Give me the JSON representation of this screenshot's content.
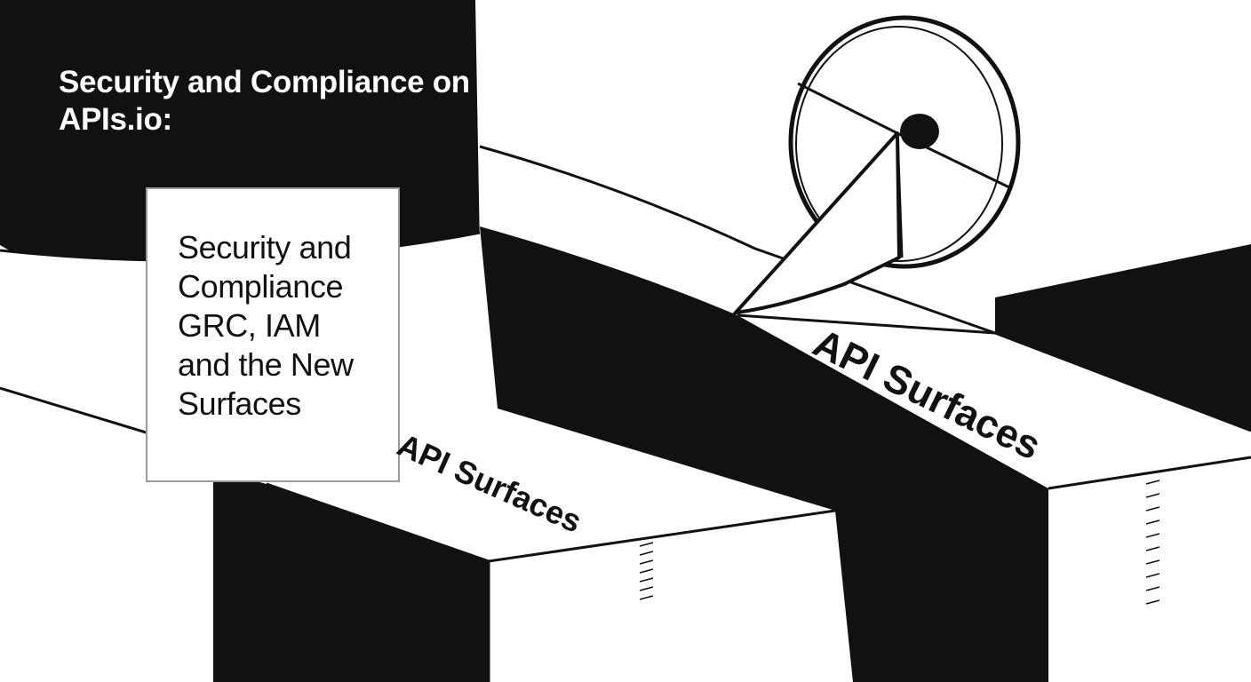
{
  "headline": "Security and Compliance on\nAPIs.io:",
  "card": {
    "text": "Security and\nCompliance\nGRC, IAM\nand the New\nSurfaces"
  },
  "surfaces": {
    "upper_label": "API Surfaces",
    "lower_label": "API Surfaces"
  },
  "colors": {
    "ink": "#111111",
    "paper": "#ffffff",
    "card_border": "#9a9a9a"
  }
}
